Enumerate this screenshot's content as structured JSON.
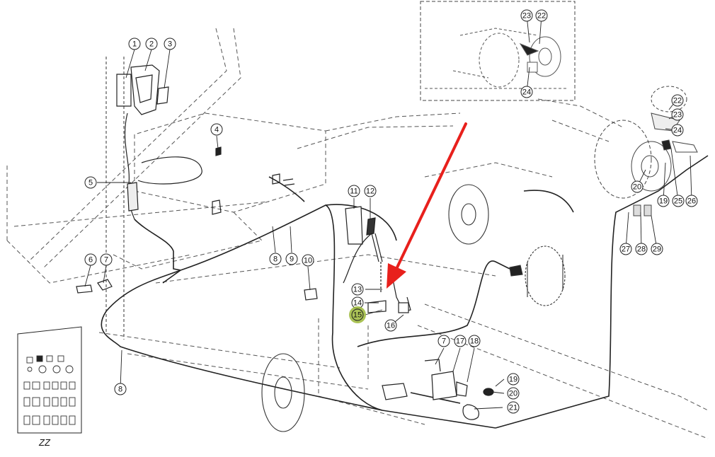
{
  "diagram": {
    "corner_label": "ZZ",
    "arrow_color": "#e8201c",
    "highlight_color": "#9cb83a",
    "highlight_target": "15",
    "callouts": [
      {
        "id": "c1",
        "label": "1"
      },
      {
        "id": "c2",
        "label": "2"
      },
      {
        "id": "c3",
        "label": "3"
      },
      {
        "id": "c4",
        "label": "4"
      },
      {
        "id": "c5",
        "label": "5"
      },
      {
        "id": "c6",
        "label": "6"
      },
      {
        "id": "c7a",
        "label": "7"
      },
      {
        "id": "c8a",
        "label": "8"
      },
      {
        "id": "c9",
        "label": "9"
      },
      {
        "id": "c10",
        "label": "10"
      },
      {
        "id": "c11",
        "label": "11"
      },
      {
        "id": "c12",
        "label": "12"
      },
      {
        "id": "c13",
        "label": "13"
      },
      {
        "id": "c14",
        "label": "14"
      },
      {
        "id": "c15",
        "label": "15"
      },
      {
        "id": "c16",
        "label": "16"
      },
      {
        "id": "c7b",
        "label": "7"
      },
      {
        "id": "c17",
        "label": "17"
      },
      {
        "id": "c18",
        "label": "18"
      },
      {
        "id": "c19a",
        "label": "19"
      },
      {
        "id": "c20a",
        "label": "20"
      },
      {
        "id": "c21",
        "label": "21"
      },
      {
        "id": "c8b",
        "label": "8"
      },
      {
        "id": "c23a",
        "label": "23"
      },
      {
        "id": "c22a",
        "label": "22"
      },
      {
        "id": "c24a",
        "label": "24"
      },
      {
        "id": "c22b",
        "label": "22"
      },
      {
        "id": "c23b",
        "label": "23"
      },
      {
        "id": "c24b",
        "label": "24"
      },
      {
        "id": "c20b",
        "label": "20"
      },
      {
        "id": "c19b",
        "label": "19"
      },
      {
        "id": "c25",
        "label": "25"
      },
      {
        "id": "c26",
        "label": "26"
      },
      {
        "id": "c27",
        "label": "27"
      },
      {
        "id": "c28",
        "label": "28"
      },
      {
        "id": "c29",
        "label": "29"
      }
    ]
  }
}
